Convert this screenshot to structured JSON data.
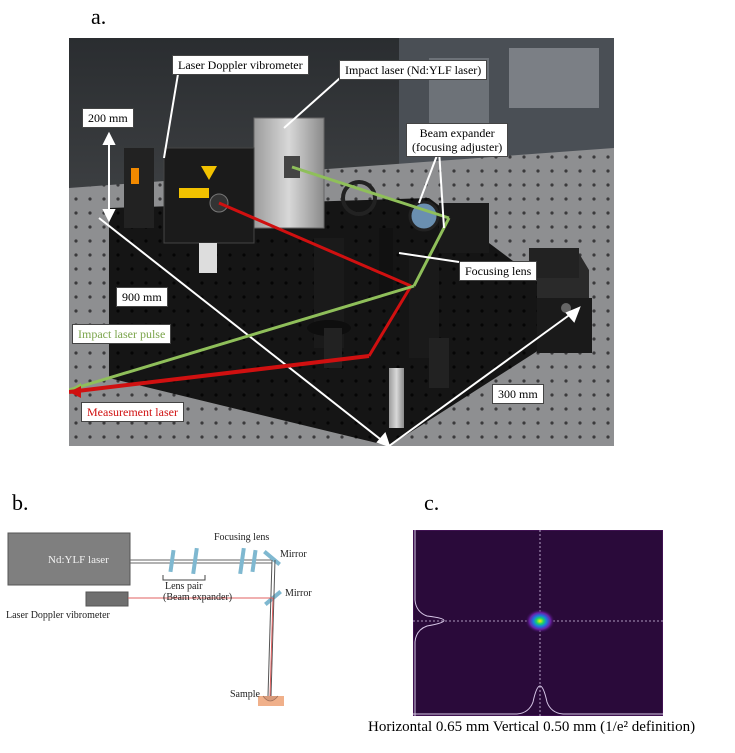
{
  "panels": {
    "a": {
      "letter": "a.",
      "labels": {
        "ldv": "Laser Doppler vibrometer",
        "impact_laser": "Impact laser (Nd:YLF laser)",
        "dim_200": "200 mm",
        "beam_expander_1": "Beam expander",
        "beam_expander_2": "(focusing adjuster)",
        "focusing_lens": "Focusing lens",
        "dim_900": "900 mm",
        "impact_pulse": "Impact laser pulse",
        "measurement_laser": "Measurement laser",
        "dim_300": "300 mm"
      },
      "colors": {
        "impact_beam": "#8fbf5a",
        "measurement_beam": "#d01010",
        "impact_text": "#7aa44a",
        "measurement_text": "#d01010"
      }
    },
    "b": {
      "letter": "b.",
      "labels": {
        "nd_ylf": "Nd:YLF laser",
        "focusing_lens": "Focusing lens",
        "mirror_top": "Mirror",
        "mirror_bottom": "Mirror",
        "lens_pair_1": "Lens pair",
        "lens_pair_2": "(Beam expander)",
        "ldv": "Laser Doppler vibrometer",
        "sample": "Sample"
      },
      "colors": {
        "optic": "#7fb8d0",
        "measurement_line": "#e06060",
        "sample": "#f0b08a"
      }
    },
    "c": {
      "letter": "c.",
      "caption": "Horizontal 0.65 mm  Vertical 0.50 mm (1/e² definition)",
      "colors": {
        "background": "#2a0a3a",
        "profile": "#d8c8e8"
      }
    }
  }
}
